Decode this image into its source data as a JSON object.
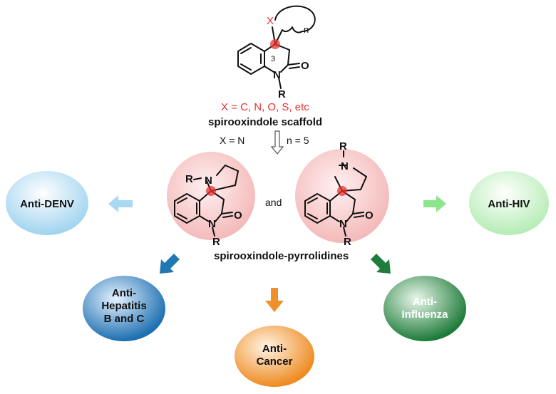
{
  "scaffold": {
    "atom_x": "X",
    "ring_n": "n",
    "position_3": "3",
    "atom_o": "O",
    "atom_n": "N",
    "atom_r": "R",
    "caption_red": "X = C, N, O, S, etc",
    "caption": "spirooxindole scaffold"
  },
  "transform": {
    "x_eq": "X = N",
    "n_eq": "n = 5"
  },
  "pyrrolidines": {
    "caption": "spirooxindole-pyrrolidines",
    "connector": "and",
    "atom_r": "R",
    "atom_n": "N",
    "atom_o": "O"
  },
  "activities": {
    "left": "Anti-DENV",
    "right": "Anti-HIV",
    "hepatitis": [
      "Anti-",
      "Hepatitis",
      "B and C"
    ],
    "cancer": [
      "Anti-",
      "Cancer"
    ],
    "influenza": [
      "Anti-",
      "Influenza"
    ]
  },
  "colors": {
    "highlight_red": "#e8312f",
    "denv": "#a9d8f2",
    "hiv": "#b6efb6",
    "hepatitis": "#1f78b4",
    "cancer": "#f0902a",
    "influenza": "#1e7d3c",
    "pink_circle": "#f6c3c3"
  }
}
